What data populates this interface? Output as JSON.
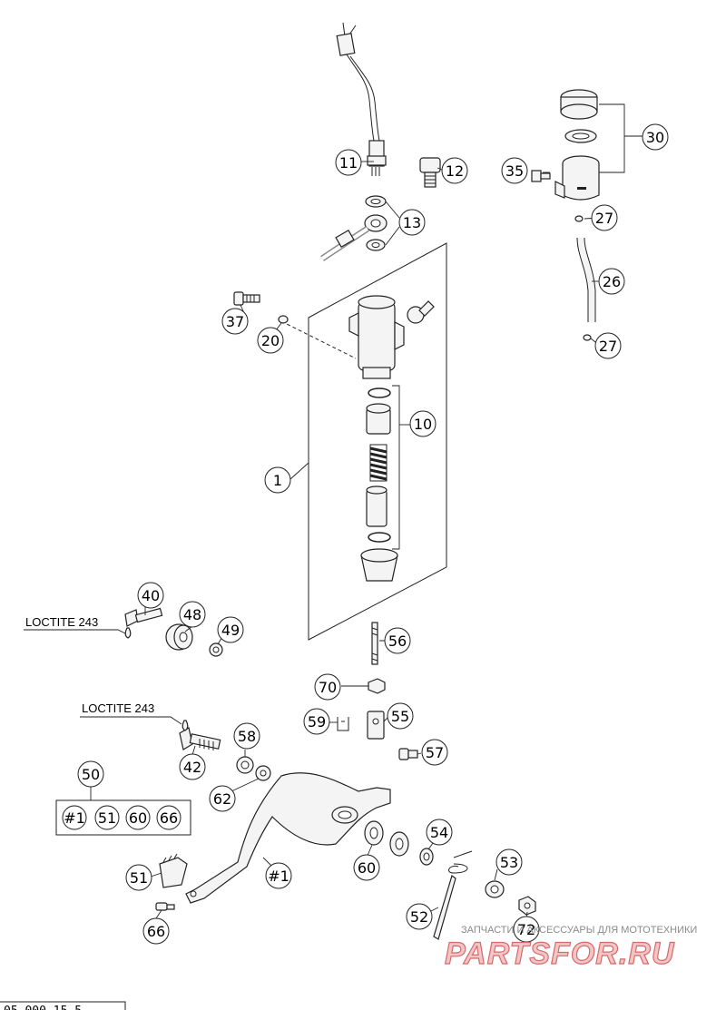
{
  "callouts": [
    {
      "id": "c1",
      "text": "1"
    },
    {
      "id": "c10",
      "text": "10"
    },
    {
      "id": "c11",
      "text": "11"
    },
    {
      "id": "c12",
      "text": "12"
    },
    {
      "id": "c13",
      "text": "13"
    },
    {
      "id": "c20",
      "text": "20"
    },
    {
      "id": "c26",
      "text": "26"
    },
    {
      "id": "c27a",
      "text": "27"
    },
    {
      "id": "c27b",
      "text": "27"
    },
    {
      "id": "c30",
      "text": "30"
    },
    {
      "id": "c35",
      "text": "35"
    },
    {
      "id": "c37",
      "text": "37"
    },
    {
      "id": "c40",
      "text": "40"
    },
    {
      "id": "c42",
      "text": "42"
    },
    {
      "id": "c48",
      "text": "48"
    },
    {
      "id": "c49",
      "text": "49"
    },
    {
      "id": "c50",
      "text": "50"
    },
    {
      "id": "c51a",
      "text": "51"
    },
    {
      "id": "c52",
      "text": "52"
    },
    {
      "id": "c53",
      "text": "53"
    },
    {
      "id": "c54",
      "text": "54"
    },
    {
      "id": "c55",
      "text": "55"
    },
    {
      "id": "c56",
      "text": "56"
    },
    {
      "id": "c57",
      "text": "57"
    },
    {
      "id": "c58",
      "text": "58"
    },
    {
      "id": "c59",
      "text": "59"
    },
    {
      "id": "c60a",
      "text": "60"
    },
    {
      "id": "c62",
      "text": "62"
    },
    {
      "id": "c66a",
      "text": "66"
    },
    {
      "id": "c70",
      "text": "70"
    },
    {
      "id": "c72",
      "text": "72"
    },
    {
      "id": "c1b",
      "text": "#1"
    }
  ],
  "kit_box": {
    "label": "50",
    "items": [
      "#1",
      "51",
      "60",
      "66"
    ]
  },
  "notes": {
    "loctite_1": "LOCTITE 243",
    "loctite_2": "LOCTITE 243"
  },
  "watermark": {
    "tagline": "ЗАПЧАСТИ И АКСЕССУАРЫ ДЛЯ МОТОТЕХНИКИ",
    "brand": "PARTSFOR.RU"
  },
  "footer_code": "05-000-15-5"
}
